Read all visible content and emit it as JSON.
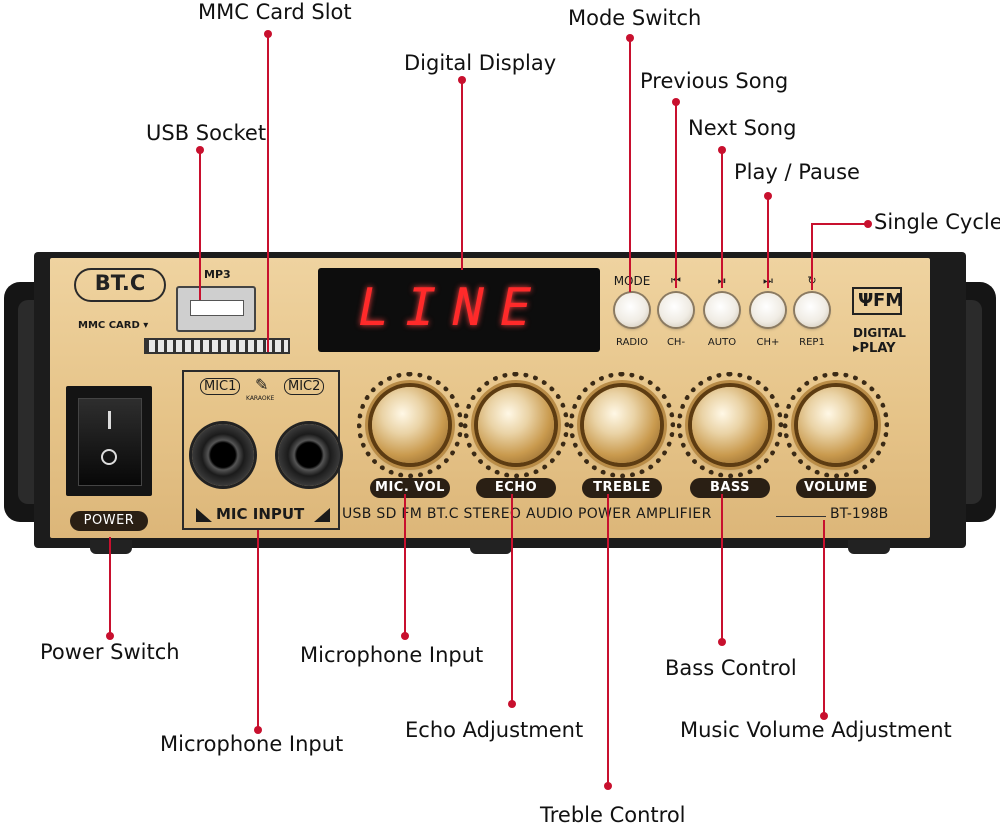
{
  "colors": {
    "accent": "#c8102e",
    "panel": "#e9c98f",
    "chassis": "#1c1c1c",
    "display_text": "#ff2a2a"
  },
  "callouts": {
    "mmc_card_slot": "MMC Card Slot",
    "mode_switch": "Mode Switch",
    "digital_display": "Digital Display",
    "previous_song": "Previous Song",
    "usb_socket": "USB Socket",
    "next_song": "Next Song",
    "play_pause": "Play / Pause",
    "single_cycle": "Single Cycle",
    "power_switch": "Power Switch",
    "microphone_input_1": "Microphone Input",
    "bass_control": "Bass Control",
    "echo_adjustment": "Echo Adjustment",
    "music_volume_adjustment": "Music Volume Adjustment",
    "microphone_input_2": "Microphone Input",
    "treble_control": "Treble Control"
  },
  "panel": {
    "brand": "BT.C",
    "usb_label": "MP3",
    "mmc_label": "MMC CARD ▾",
    "display_text": "LINE",
    "mic1": "MIC1",
    "mic2": "MIC2",
    "karaoke": "KARAOKE",
    "mic_input": "MIC INPUT",
    "power_label": "POWER",
    "buttons": [
      {
        "top": "MODE",
        "bottom": "RADIO"
      },
      {
        "top": "⏮",
        "bottom": "CH-"
      },
      {
        "top": "⏯",
        "bottom": "AUTO"
      },
      {
        "top": "⏭",
        "bottom": "CH+"
      },
      {
        "top": "↻",
        "bottom": "REP1"
      }
    ],
    "fm_logo": "FM",
    "digital": "DIGITAL",
    "play": "▸PLAY",
    "knobs": [
      "MIC. VOL",
      "ECHO",
      "TREBLE",
      "BASS",
      "VOLUME"
    ],
    "subtitle": "USB SD FM BT.C STEREO AUDIO POWER AMPLIFIER",
    "model": "BT-198B"
  }
}
